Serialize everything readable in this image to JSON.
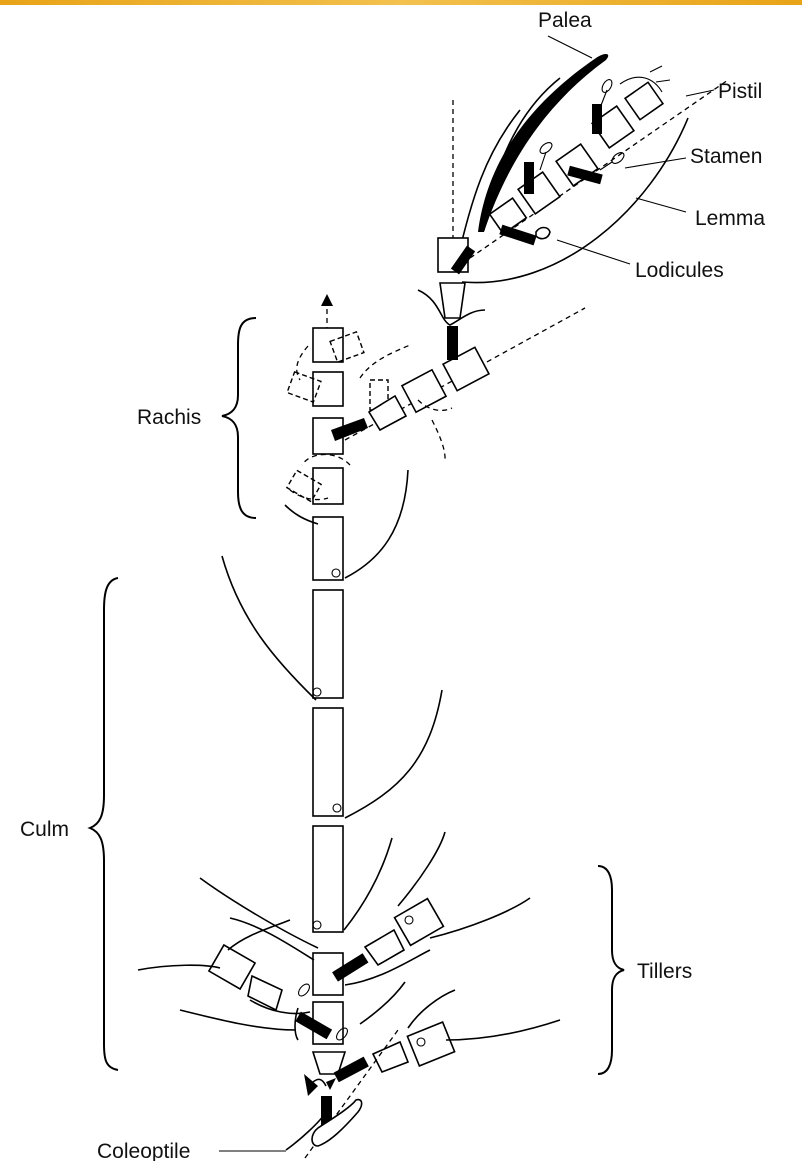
{
  "labels": {
    "palea": "Palea",
    "pistil": "Pistil",
    "stamen": "Stamen",
    "lemma": "Lemma",
    "lodicules": "Lodicules",
    "rachis": "Rachis",
    "culm": "Culm",
    "tillers": "Tillers",
    "coleoptile": "Coleoptile"
  },
  "colors": {
    "accent_bar": "#e8a317",
    "line": "#000000",
    "background": "#ffffff"
  }
}
